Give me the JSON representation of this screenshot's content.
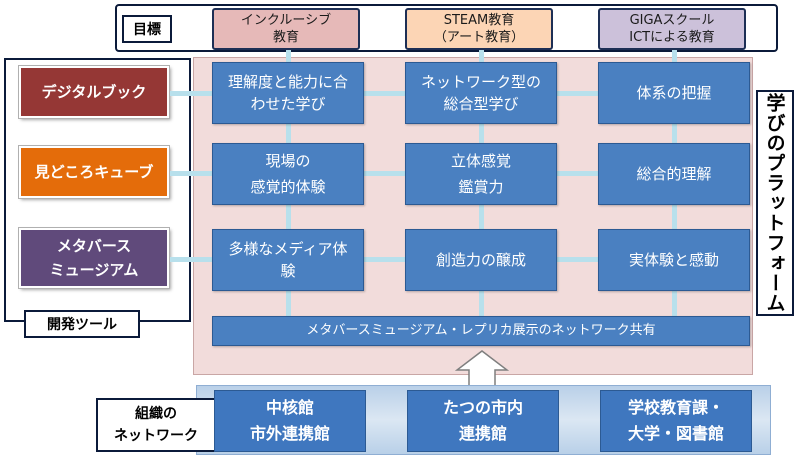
{
  "goals": {
    "label": "目標",
    "items": [
      {
        "text": "インクルーシブ\n教育",
        "color": "#e6b9b8"
      },
      {
        "text": "STEAM教育\n（アート教育）",
        "color": "#fcd5b5"
      },
      {
        "text": "GIGAスクール\nICTによる教育",
        "color": "#ccc1da"
      }
    ]
  },
  "tools": {
    "label": "開発ツール",
    "items": [
      {
        "text": "デジタルブック",
        "color": "#953735"
      },
      {
        "text": "見どころキューブ",
        "color": "#e46c0a"
      },
      {
        "text": "メタバース\nミュージアム",
        "color": "#604a7b"
      }
    ]
  },
  "platform": {
    "label": "学びのプラットフォーム",
    "rows": [
      [
        "理解度と能力に合\nわせた学び",
        "ネットワーク型の\n総合型学び",
        "体系の把握"
      ],
      [
        "現場の\n感覚的体験",
        "立体感覚\n鑑賞力",
        "総合的理解"
      ],
      [
        "多様なメディア体\n験",
        "創造力の醸成",
        "実体験と感動"
      ]
    ],
    "network_bar": "メタバースミュージアム・レプリカ展示のネットワーク共有",
    "background": "#f2dcdb"
  },
  "organization": {
    "label": "組織の\nネットワーク",
    "items": [
      "中核館\n市外連携館",
      "たつの市内\n連携館",
      "学校教育課・\n大学・図書館"
    ]
  }
}
